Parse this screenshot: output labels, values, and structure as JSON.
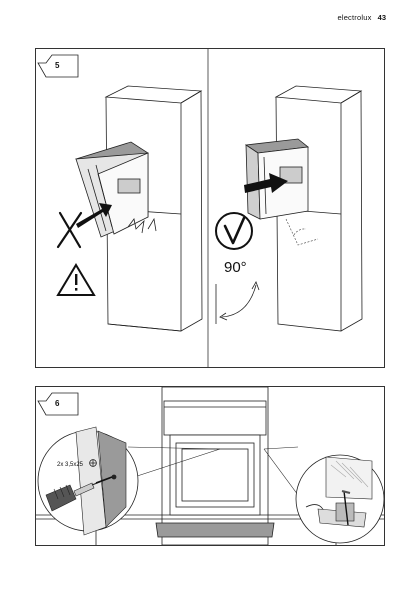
{
  "header": {
    "brand": "electrolux",
    "page_number": "43"
  },
  "steps": {
    "step5": {
      "number": "5",
      "angle_label": "90°"
    },
    "step6": {
      "number": "6",
      "screw_spec": "2x 3,5x25"
    }
  },
  "icons": [
    "cross-icon",
    "warning-triangle-icon",
    "checkmark-circle-icon",
    "arrow-icon",
    "screwdriver-icon",
    "phillips-head-icon"
  ],
  "colors": {
    "line": "#222222",
    "shade": "#8a8a8a",
    "dark": "#555555",
    "arrow": "#111111"
  }
}
